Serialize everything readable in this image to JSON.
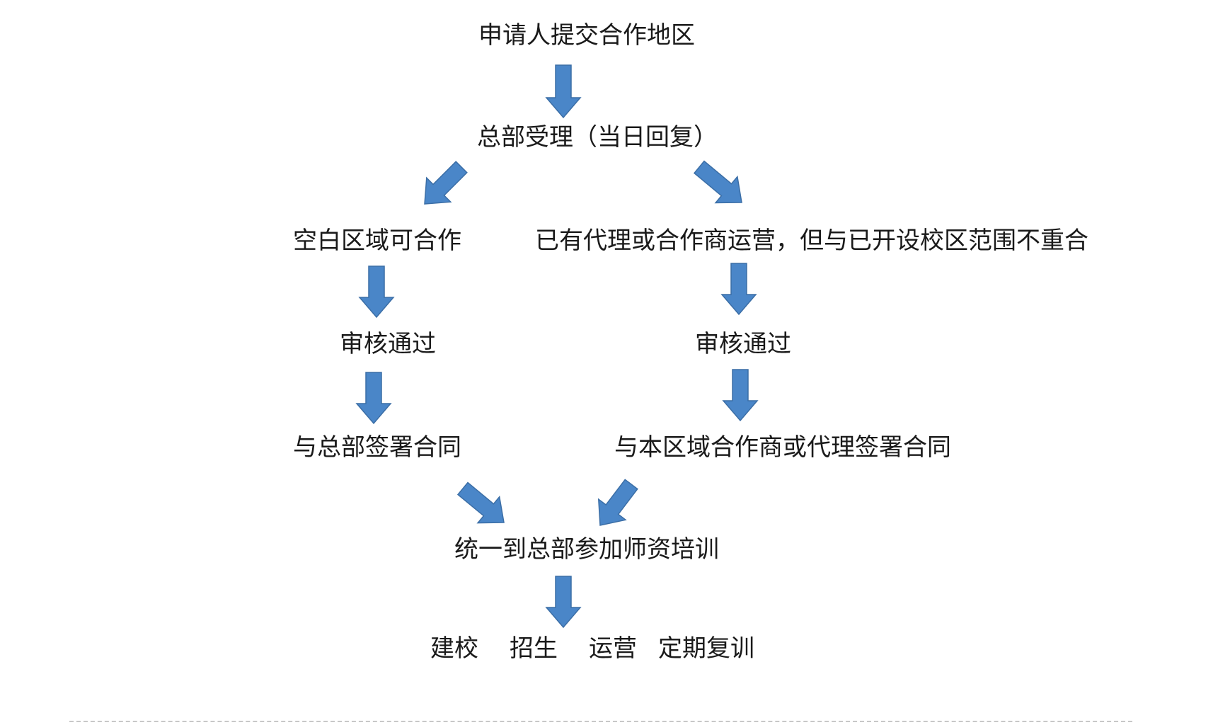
{
  "diagram": {
    "arrow_color": "#4a86c8",
    "arrow_edge_color": "#3b6ea6",
    "nodes": {
      "submit": "申请人提交合作地区",
      "accept": "总部受理（当日回复）",
      "blank_area": "空白区域可合作",
      "existing_area": "已有代理或合作商运营，但与已开设校区范围不重合",
      "approve_left": "审核通过",
      "approve_right": "审核通过",
      "sign_hq": "与总部签署合同",
      "sign_local": "与本区域合作商或代理签署合同",
      "training": "统一到总部参加师资培训"
    },
    "final_steps": [
      "建校",
      "招生",
      "运营",
      "定期复训"
    ]
  }
}
